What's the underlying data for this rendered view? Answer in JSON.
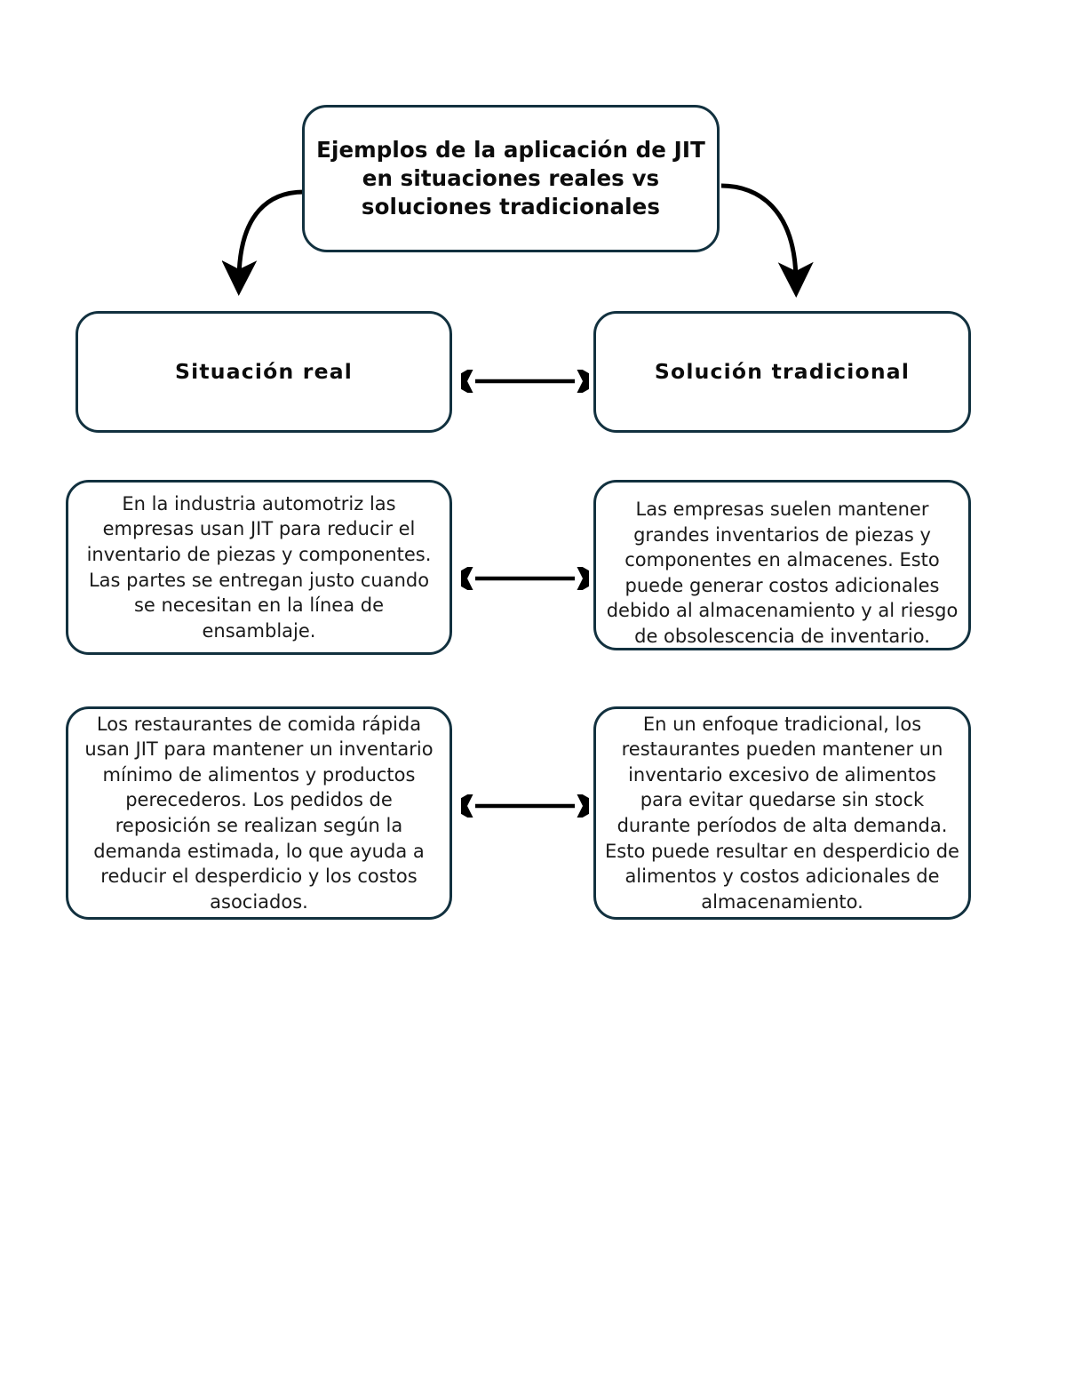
{
  "diagram": {
    "title_node": {
      "text": "Ejemplos de la aplicación de JIT en situaciones reales vs soluciones tradicionales"
    },
    "columns": [
      {
        "header": "Situación real"
      },
      {
        "header": "Solución tradicional"
      }
    ],
    "rows": [
      {
        "left": "En la industria automotriz las empresas usan JIT para reducir el inventario de piezas y componentes. Las partes se entregan justo cuando se necesitan en la línea de ensamblaje.",
        "right": "Las empresas suelen mantener grandes inventarios de piezas y componentes en almacenes. Esto puede generar costos adicionales debido al almacenamiento y al riesgo de obsolescencia de inventario."
      },
      {
        "left": "Los restaurantes de comida rápida usan JIT para mantener un inventario mínimo de alimentos y productos perecederos. Los pedidos de reposición se realizan según la demanda estimada, lo que ayuda a reducir el desperdicio y los costos asociados.",
        "right": "En un enfoque tradicional, los restaurantes pueden mantener un inventario excesivo de alimentos para evitar quedarse sin stock durante períodos de alta demanda. Esto puede resultar en desperdicio de alimentos y costos adicionales de almacenamiento."
      }
    ],
    "colors": {
      "node_border": "#12313f",
      "node_fill": "#ffffff",
      "arrow": "#000000",
      "text": "#1a1a1a",
      "background": "#ffffff"
    }
  }
}
